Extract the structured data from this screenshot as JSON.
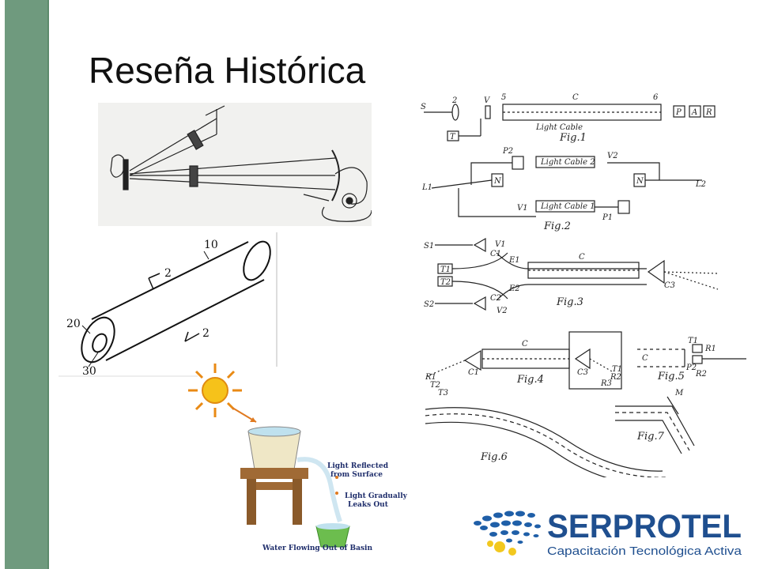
{
  "slide": {
    "title": "Reseña Histórica"
  },
  "figure_photophone": {
    "icon": "photophone-diagram"
  },
  "figure_fiber": {
    "labels": [
      "2",
      "10",
      "20",
      "30",
      "2"
    ]
  },
  "figure_basin": {
    "label_reflected_1": "Light Reflected",
    "label_reflected_2": "from Surface",
    "label_leaks_1": "Light Gradually",
    "label_leaks_2": "Leaks Out",
    "label_water": "Water Flowing Out of Basin"
  },
  "patent": {
    "fig1": "Fig.1",
    "fig1_cable": "Light Cable",
    "fig1_labels": [
      "S",
      "2",
      "V",
      "5",
      "C",
      "6",
      "P",
      "A",
      "R",
      "T"
    ],
    "fig2": "Fig.2",
    "fig2_cable2": "Light Cable 2",
    "fig2_cable1": "Light Cable 1",
    "fig2_labels": [
      "L1",
      "L2",
      "N",
      "N",
      "V2",
      "V1",
      "P2",
      "P1"
    ],
    "fig3": "Fig.3",
    "fig3_labels": [
      "S1",
      "S2",
      "T1",
      "T2",
      "C",
      "C1",
      "C2",
      "C3",
      "V1",
      "V2",
      "E1",
      "E2"
    ],
    "fig4": "Fig.4",
    "fig4_labels": [
      "C",
      "C1",
      "C3",
      "R1",
      "T2",
      "T3",
      "T1",
      "R2",
      "R3"
    ],
    "fig5": "Fig.5",
    "fig5_labels": [
      "C",
      "T1",
      "R1",
      "P2",
      "R2"
    ],
    "fig6": "Fig.6",
    "fig7": "Fig.7",
    "fig7_labels": [
      "M"
    ]
  },
  "logo": {
    "brand": "SERPROTEL",
    "tagline": "Capacitación Tecnológica Activa",
    "colors": {
      "blue": "#1f5fa8",
      "yellow": "#f2c81f",
      "text": "#1f4f8f"
    }
  }
}
